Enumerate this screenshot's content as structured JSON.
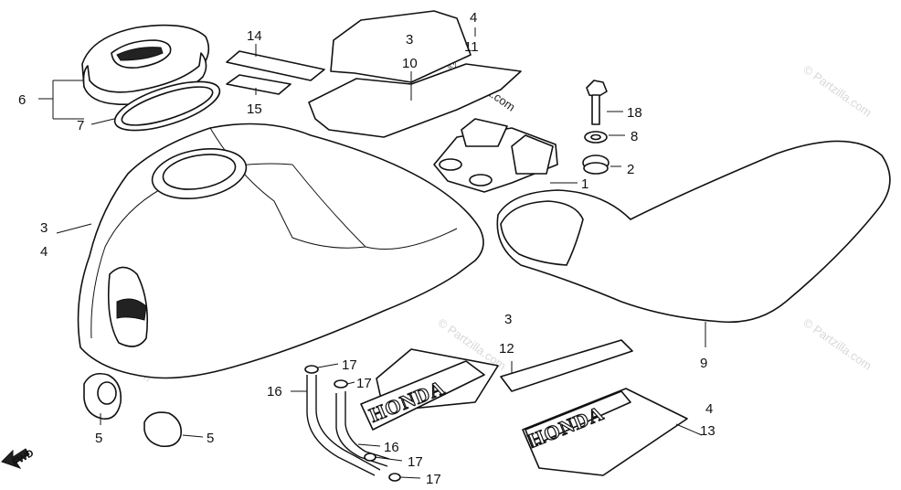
{
  "watermark": "© Partzilla.com",
  "direction_label": "FWD",
  "emblem_text": "HONDA",
  "callouts": {
    "c1": "1",
    "c2": "2",
    "c3a": "3",
    "c3b": "3",
    "c3c": "3",
    "c4a": "4",
    "c4b": "4",
    "c4c": "4",
    "c5a": "5",
    "c5b": "5",
    "c6": "6",
    "c7": "7",
    "c8": "8",
    "c9": "9",
    "c10": "10",
    "c11": "11",
    "c12": "12",
    "c13": "13",
    "c14": "14",
    "c15": "15",
    "c16a": "16",
    "c16b": "16",
    "c17a": "17",
    "c17b": "17",
    "c17c": "17",
    "c17d": "17",
    "c18": "18"
  }
}
